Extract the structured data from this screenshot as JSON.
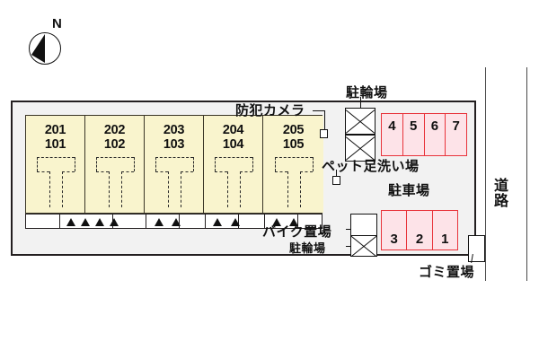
{
  "compass": {
    "north_label": "N",
    "icon": "compass-north-arrow-icon"
  },
  "site": {
    "name": "property-site-plan"
  },
  "building": {
    "units": [
      {
        "upper": "201",
        "lower": "101"
      },
      {
        "upper": "202",
        "lower": "102"
      },
      {
        "upper": "203",
        "lower": "103"
      },
      {
        "upper": "204",
        "lower": "104"
      },
      {
        "upper": "205",
        "lower": "105"
      }
    ]
  },
  "parking": {
    "label": "駐車場",
    "upper_stalls": [
      "4",
      "5",
      "6",
      "7"
    ],
    "lower_stalls": [
      "3",
      "2",
      "1"
    ]
  },
  "facilities": {
    "security_camera": "防犯カメラ",
    "bicycle_parking_top": "駐輪場",
    "bicycle_parking_bottom": "駐輪場",
    "motorbike_parking": "バイク置場",
    "pet_wash": "ペット足洗い場",
    "trash_area": "ゴミ置場"
  },
  "road": {
    "label_chars": [
      "道",
      "路"
    ]
  },
  "colors": {
    "building_fill": "#f9f4cd",
    "building_stroke": "#3a3526",
    "site_fill": "#f2f2f2",
    "site_stroke": "#231f20",
    "stall_fill": "#fde3e8",
    "stall_stroke": "#e8333a",
    "text": "#111111"
  }
}
